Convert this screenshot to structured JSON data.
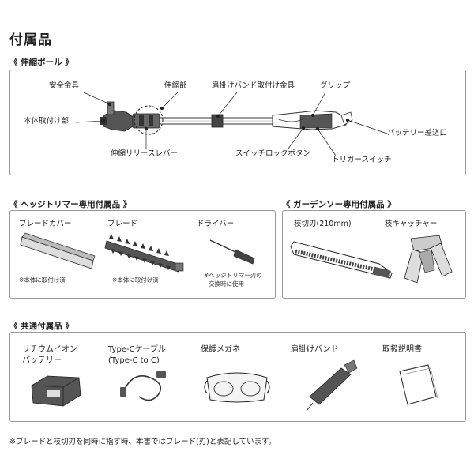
{
  "page_title": "付属品",
  "pole_section": {
    "label": "《 伸縮ポール 》",
    "callouts": {
      "safety": "安全金具",
      "telescopic": "伸縮部",
      "strap_mount": "肩掛けバンド取付け金具",
      "grip": "グリップ",
      "body_mount": "本体取付け部",
      "battery_slot": "バッテリー差込口",
      "release_lever": "伸縮リリースレバー",
      "switch_lock": "スイッチロックボタン",
      "trigger": "トリガースイッチ"
    }
  },
  "hedge_section": {
    "label": "《 ヘッジトリマー専用付属品 》",
    "items": [
      {
        "label": "ブレードカバー",
        "note": "※本体に取付け済"
      },
      {
        "label": "ブレード",
        "note": "※本体に取付け済"
      },
      {
        "label": "ドライバー",
        "note_line1": "※ヘッジトリマー刃の",
        "note_line2": "交換時に使用"
      }
    ]
  },
  "saw_section": {
    "label": "《 ガーデンソー専用付属品 》",
    "items": [
      {
        "label": "枝切刃(210mm)"
      },
      {
        "label": "枝キャッチャー"
      }
    ]
  },
  "common_section": {
    "label": "《 共通付属品 》",
    "items": [
      {
        "line1": "リチウムイオン",
        "line2": "バッテリー"
      },
      {
        "line1": "Type-Cケーブル",
        "line2": "(Type-C to C)"
      },
      {
        "line1": "保護メガネ"
      },
      {
        "line1": "肩掛けバンド"
      },
      {
        "line1": "取扱説明書"
      }
    ]
  },
  "footnote": "※ブレードと枝切刃を同時に指す時、本書ではブレード(刃)と表記しています。"
}
